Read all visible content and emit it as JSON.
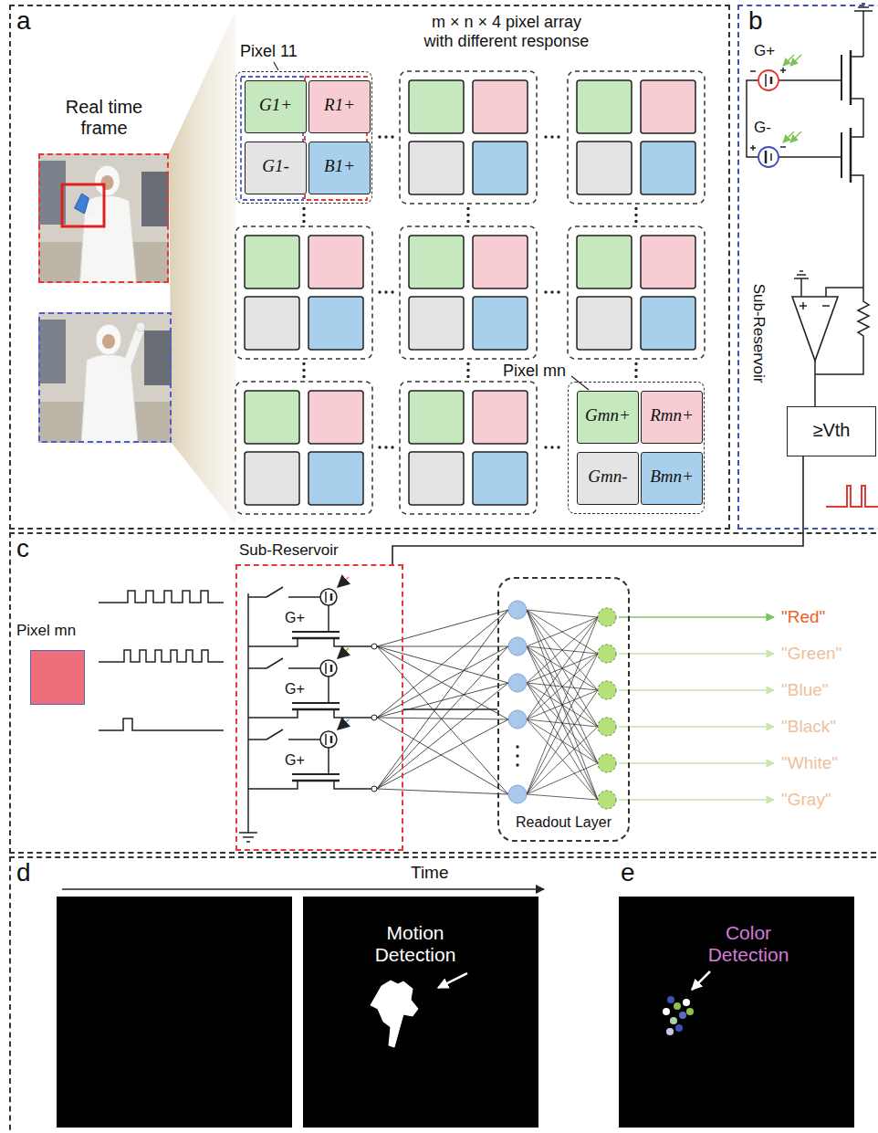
{
  "diagram": {
    "nodes": [
      {
        "text": [
          "a"
        ]
      },
      {
        "text": [
          "Real time frame"
        ],
        "in": 0
      },
      {
        "text": [
          "Pixel 11"
        ],
        "in": 0
      },
      {
        "text": [
          "G1+"
        ],
        "in": 2
      },
      {
        "text": [
          "R1+"
        ],
        "in": 2
      },
      {
        "text": [
          "G1-"
        ],
        "in": 2
      },
      {
        "text": [
          "B1+"
        ],
        "in": 2
      },
      {
        "text": [
          "Pixel mn"
        ],
        "in": 0
      },
      {
        "text": [
          "Gmn+"
        ],
        "in": 7
      },
      {
        "text": [
          "Rmn+"
        ],
        "in": 7
      },
      {
        "text": [
          "Gmn-"
        ],
        "in": 7
      },
      {
        "text": [
          "Bmn+"
        ],
        "in": 7
      },
      {
        "text": [
          "b",
          "Sub-Reservoir"
        ]
      },
      {
        "text": [
          "≥Vth"
        ],
        "in": 12
      },
      {
        "text": [
          "c"
        ]
      },
      {
        "text": [
          "Pixel mn"
        ],
        "in": 14
      },
      {
        "text": [
          "Sub-Reservoir"
        ],
        "in": 14
      },
      {
        "text": [
          "Readout Layer"
        ],
        "in": 14
      },
      {
        "text": [
          "d",
          "e"
        ]
      },
      {
        "text": [
          "Motion Detection"
        ],
        "in": 18
      },
      {
        "text": [
          "Color Detection"
        ],
        "in": 18
      }
    ],
    "edges": [
      {
        "from": 13,
        "to": 16,
        "arrow": "none"
      },
      {
        "from": 16,
        "to": 17,
        "arrow": "none"
      }
    ],
    "labels": [
      "m × n × 4 pixel array with different response",
      "G+",
      "G-",
      "G+",
      "G+",
      "G+",
      "\"Red\"",
      "\"Green\"",
      "\"Blue\"",
      "\"Black\"",
      "\"White\"",
      "\"Gray\"",
      "Time"
    ]
  }
}
